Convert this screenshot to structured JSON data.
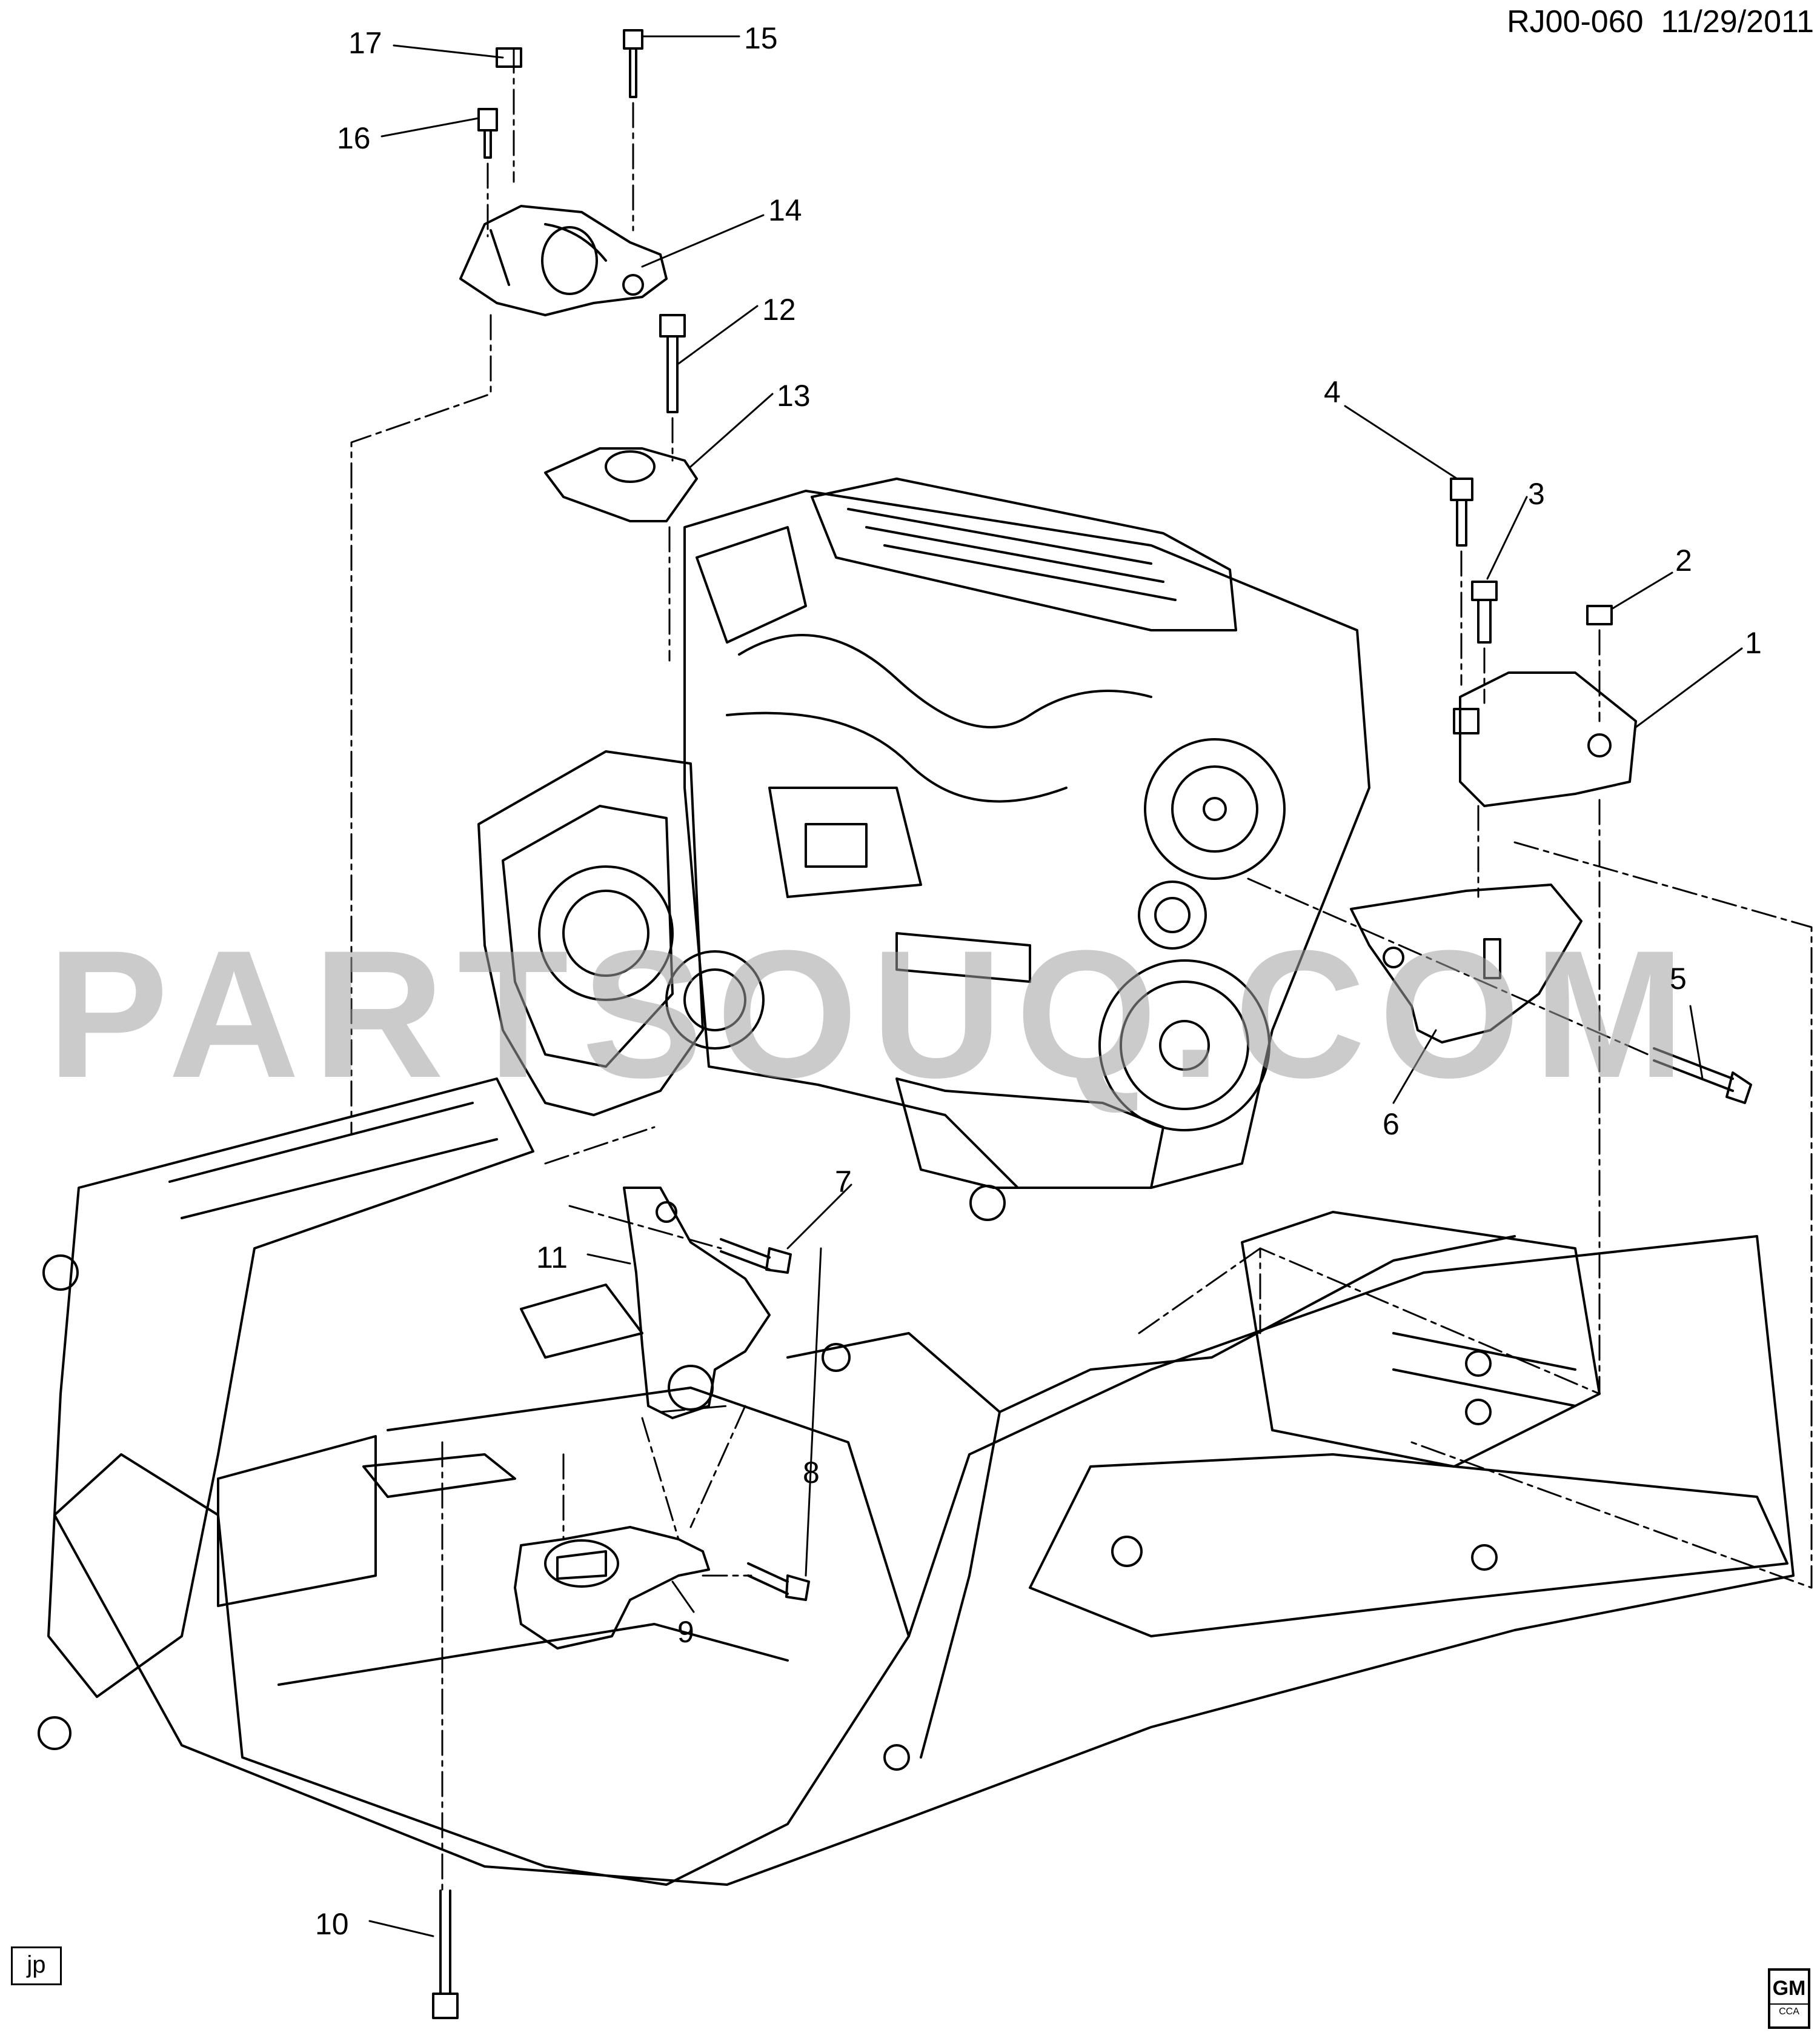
{
  "header": {
    "doc_id": "RJ00-060",
    "date": "11/29/2011"
  },
  "callouts": [
    {
      "id": "1",
      "label": "1"
    },
    {
      "id": "2",
      "label": "2"
    },
    {
      "id": "3",
      "label": "3"
    },
    {
      "id": "4",
      "label": "4"
    },
    {
      "id": "5",
      "label": "5"
    },
    {
      "id": "6",
      "label": "6"
    },
    {
      "id": "7",
      "label": "7"
    },
    {
      "id": "8",
      "label": "8"
    },
    {
      "id": "9",
      "label": "9"
    },
    {
      "id": "10",
      "label": "10"
    },
    {
      "id": "11",
      "label": "11"
    },
    {
      "id": "12",
      "label": "12"
    },
    {
      "id": "13",
      "label": "13"
    },
    {
      "id": "14",
      "label": "14"
    },
    {
      "id": "15",
      "label": "15"
    },
    {
      "id": "16",
      "label": "16"
    },
    {
      "id": "17",
      "label": "17"
    }
  ],
  "watermark": "PARTSOUQ.COM",
  "author_tag": "jp",
  "logo": {
    "brand": "GM",
    "sub": "CCA"
  },
  "colors": {
    "line": "#000000",
    "watermark": "#a0a0a0"
  }
}
